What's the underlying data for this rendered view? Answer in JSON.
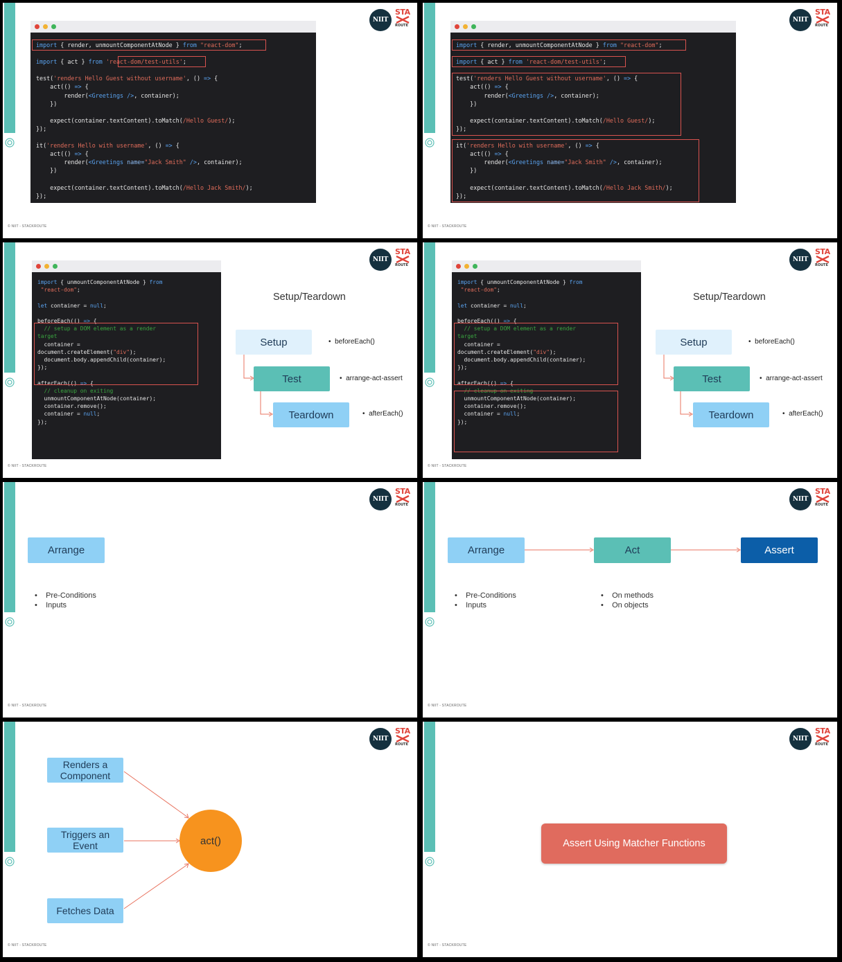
{
  "footer_text": "© NIIT - STACKROUTE",
  "logo": {
    "niit": "NIIT",
    "sta": "STA",
    "route": "ROUTE"
  },
  "colors": {
    "teal": "#5bbfb5",
    "arrow": "#e8735f",
    "highlight": "#d9534f",
    "orange": "#f7931e",
    "assert_red": "#e06b5e",
    "dark_blue": "#0c5ea8"
  },
  "slide1": {
    "code_lines": [
      "import { render, unmountComponentAtNode } from \"react-dom\";",
      "",
      "import { act } from 'react-dom/test-utils';",
      "",
      "test('renders Hello Guest without username', () => {",
      "    act(() => {",
      "        render(<Greetings />, container);",
      "    })",
      "",
      "    expect(container.textContent).toMatch(/Hello Guest/);",
      "});",
      "",
      "it('renders Hello with username', () => {",
      "    act(() => {",
      "        render(<Greetings name=\"Jack Smith\" />, container);",
      "    })",
      "",
      "    expect(container.textContent).toMatch(/Hello Jack Smith/);",
      "});"
    ]
  },
  "slide3": {
    "heading": "Setup/Teardown",
    "code_lines": [
      "import { unmountComponentAtNode } from",
      " \"react-dom\";",
      "",
      "let container = null;",
      "",
      "beforeEach(() => {",
      "  // setup a DOM element as a render",
      "target",
      "  container =",
      "document.createElement(\"div\");",
      "  document.body.appendChild(container);",
      "});",
      "",
      "afterEach(() => {",
      "  // cleanup on exiting",
      "  unmountComponentAtNode(container);",
      "  container.remove();",
      "  container = null;",
      "});"
    ],
    "steps": [
      {
        "label": "Setup",
        "note": "beforeEach()"
      },
      {
        "label": "Test",
        "note": "arrange-act-assert"
      },
      {
        "label": "Teardown",
        "note": "afterEach()"
      }
    ]
  },
  "slide5": {
    "arrange": "Arrange",
    "arrange_bullets": [
      "Pre-Conditions",
      "Inputs"
    ]
  },
  "slide6": {
    "arrange": "Arrange",
    "act": "Act",
    "assert": "Assert",
    "arrange_bullets": [
      "Pre-Conditions",
      "Inputs"
    ],
    "act_bullets": [
      "On methods",
      "On objects"
    ]
  },
  "slide7": {
    "renders": "Renders a Component",
    "triggers": "Triggers an Event",
    "fetches": "Fetches Data",
    "act": "act()"
  },
  "slide8": {
    "assert_button": "Assert Using Matcher Functions"
  }
}
